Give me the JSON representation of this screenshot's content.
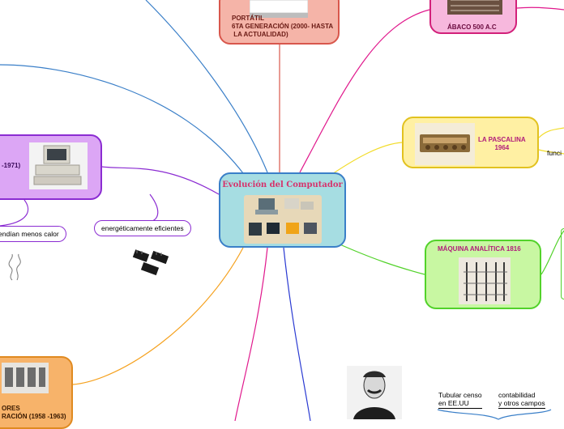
{
  "central": {
    "title": "Evolución del Computador"
  },
  "nodes": {
    "abaco": {
      "label": "ÁBACO 500 A.C"
    },
    "portatil": {
      "label": "PORTÁTIL\n6TA GENERACIÓN (2000- HASTA\n LA ACTUALIDAD)"
    },
    "pascalina": {
      "label": "LA PASCALINA\n1964"
    },
    "maquina": {
      "label": "MÁQUINA ANALÍTICA 1816"
    },
    "tercera": {
      "label": "-1971)"
    },
    "segunda": {
      "label": "ORES\nRACIÓN (1958 -1963)"
    }
  },
  "subtopics": {
    "energeticamente": "energéticamente eficientes",
    "desprendian": "endían menos calor",
    "funciones": "funci",
    "tabular": "Tubular censo\nen EE.UU",
    "contabilidad": "contabilidad\ny otros campos"
  },
  "colors": {
    "magenta": "#e0188c",
    "purple": "#8b2cd2",
    "red": "#d8574c",
    "yellow": "#f2dc2a",
    "green": "#52d22a",
    "orange": "#f5a11e",
    "blue": "#2a3ad2",
    "darkblue": "#3a7fc8"
  }
}
